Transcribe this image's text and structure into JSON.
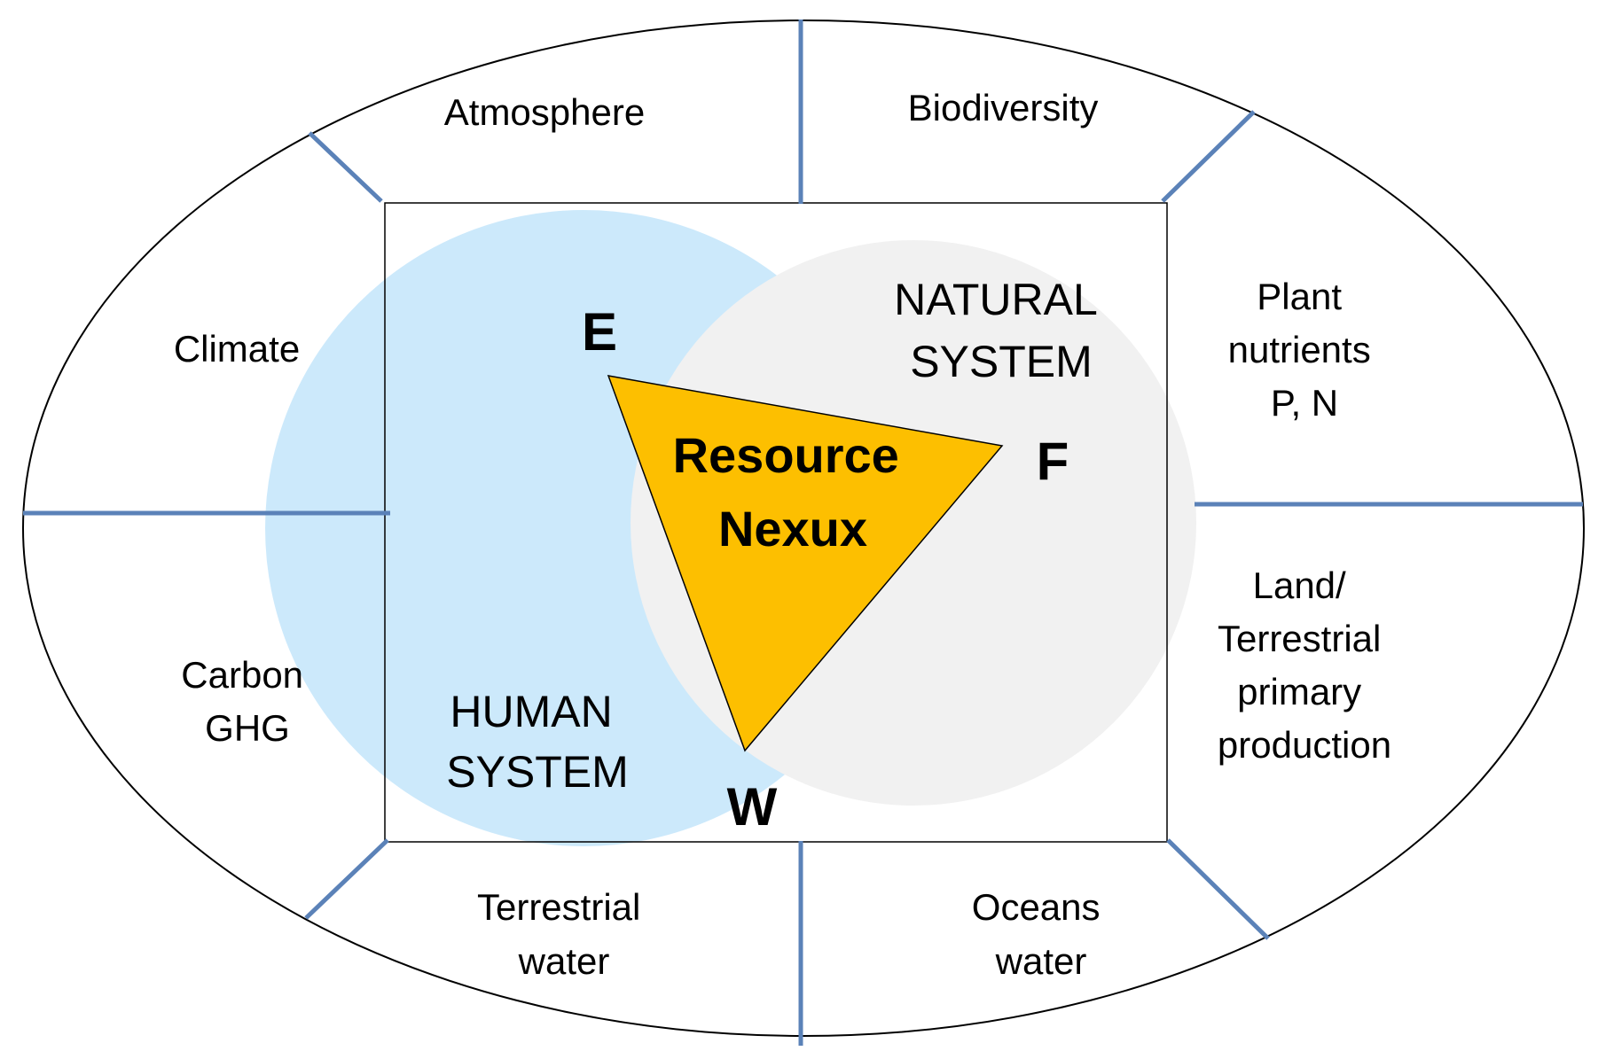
{
  "colors": {
    "outline": "#000000",
    "divider": "#5b82b8",
    "human_system_fill": "#cce9fb",
    "natural_system_fill": "#f1f1f1",
    "nexus_fill": "#fdbf00"
  },
  "segments": {
    "atmosphere": [
      "Atmosphere"
    ],
    "biodiversity": [
      "Biodiversity"
    ],
    "climate": [
      "Climate"
    ],
    "plant_nutrients": [
      "Plant",
      "nutrients",
      "P, N"
    ],
    "carbon": [
      "Carbon",
      "GHG"
    ],
    "land": [
      "Land/",
      "Terrestrial",
      "primary",
      "production"
    ],
    "terrestrial_water": [
      "Terrestrial",
      "water"
    ],
    "oceans_water": [
      "Oceans",
      "water"
    ]
  },
  "systems": {
    "human": [
      "HUMAN",
      "SYSTEM"
    ],
    "natural": [
      "NATURAL",
      "SYSTEM"
    ]
  },
  "nexus": {
    "label": [
      "Resource",
      "Nexux"
    ],
    "corners": {
      "e": "E",
      "f": "F",
      "w": "W"
    }
  }
}
